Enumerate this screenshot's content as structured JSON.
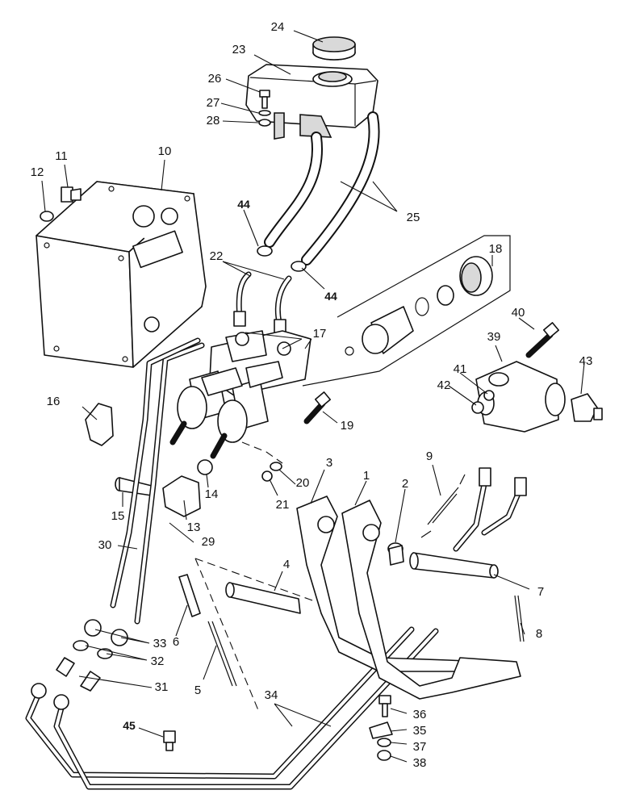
{
  "diagram": {
    "labels": {
      "l1": "1",
      "l2": "2",
      "l3": "3",
      "l4": "4",
      "l5": "5",
      "l6": "6",
      "l7": "7",
      "l8": "8",
      "l9": "9",
      "l10": "10",
      "l11": "11",
      "l12": "12",
      "l13": "13",
      "l14": "14",
      "l15": "15",
      "l16": "16",
      "l17": "17",
      "l18": "18",
      "l19": "19",
      "l20": "20",
      "l21": "21",
      "l22": "22",
      "l23": "23",
      "l24": "24",
      "l25": "25",
      "l26": "26",
      "l27": "27",
      "l28": "28",
      "l29": "29",
      "l30": "30",
      "l31": "31",
      "l32": "32",
      "l33": "33",
      "l34": "34",
      "l35": "35",
      "l36": "36",
      "l37": "37",
      "l38": "38",
      "l39": "39",
      "l40": "40",
      "l41": "41",
      "l42": "42",
      "l43": "43",
      "l44a": "44",
      "l44b": "44",
      "l45": "45"
    }
  }
}
